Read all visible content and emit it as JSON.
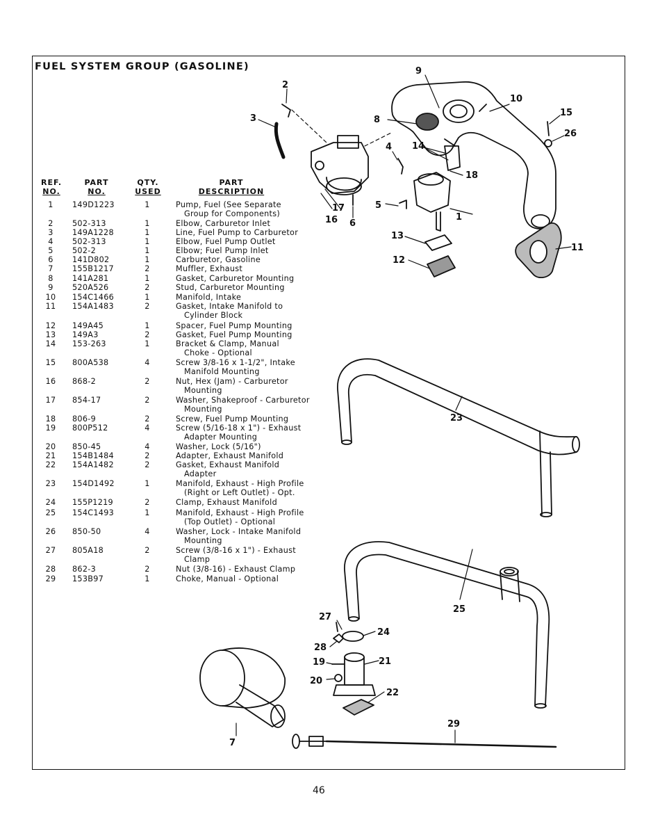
{
  "title": "FUEL SYSTEM GROUP (GASOLINE)",
  "headers": {
    "ref_line1": "REF.",
    "ref_line2": "NO.",
    "part_line1": "PART",
    "part_line2": "NO.",
    "qty_line1": "QTY.",
    "qty_line2": "USED",
    "desc_line1": "PART",
    "desc_line2": "DESCRIPTION"
  },
  "parts": [
    {
      "ref": "1",
      "part": "149D1223",
      "qty": "1",
      "desc": "Pump, Fuel (See Separate",
      "desc2": "Group for Components)"
    },
    {
      "ref": "2",
      "part": "502-313",
      "qty": "1",
      "desc": "Elbow, Carburetor Inlet",
      "desc2": ""
    },
    {
      "ref": "3",
      "part": "149A1228",
      "qty": "1",
      "desc": "Line, Fuel Pump to Carburetor",
      "desc2": ""
    },
    {
      "ref": "4",
      "part": "502-313",
      "qty": "1",
      "desc": "Elbow, Fuel Pump Outlet",
      "desc2": ""
    },
    {
      "ref": "5",
      "part": "502-2",
      "qty": "1",
      "desc": "Elbow; Fuel Pump Inlet",
      "desc2": ""
    },
    {
      "ref": "6",
      "part": "141D802",
      "qty": "1",
      "desc": "Carburetor, Gasoline",
      "desc2": ""
    },
    {
      "ref": "7",
      "part": "155B1217",
      "qty": "2",
      "desc": "Muffler, Exhaust",
      "desc2": ""
    },
    {
      "ref": "8",
      "part": "141A281",
      "qty": "1",
      "desc": "Gasket, Carburetor Mounting",
      "desc2": ""
    },
    {
      "ref": "9",
      "part": "520A526",
      "qty": "2",
      "desc": "Stud, Carburetor Mounting",
      "desc2": ""
    },
    {
      "ref": "10",
      "part": "154C1466",
      "qty": "1",
      "desc": "Manifold, Intake",
      "desc2": ""
    },
    {
      "ref": "11",
      "part": "154A1483",
      "qty": "2",
      "desc": "Gasket, Intake Manifold to",
      "desc2": "Cylinder Block"
    },
    {
      "ref": "12",
      "part": "149A45",
      "qty": "1",
      "desc": "Spacer, Fuel Pump Mounting",
      "desc2": ""
    },
    {
      "ref": "13",
      "part": "149A3",
      "qty": "2",
      "desc": "Gasket, Fuel Pump Mounting",
      "desc2": ""
    },
    {
      "ref": "14",
      "part": "153-263",
      "qty": "1",
      "desc": "Bracket & Clamp, Manual",
      "desc2": "Choke - Optional"
    },
    {
      "ref": "15",
      "part": "800A538",
      "qty": "4",
      "desc": "Screw 3/8-16 x 1-1/2\", Intake",
      "desc2": "Manifold Mounting"
    },
    {
      "ref": "16",
      "part": "868-2",
      "qty": "2",
      "desc": "Nut, Hex (Jam) - Carburetor",
      "desc2": "Mounting"
    },
    {
      "ref": "17",
      "part": "854-17",
      "qty": "2",
      "desc": "Washer, Shakeproof - Carburetor",
      "desc2": "Mounting"
    },
    {
      "ref": "18",
      "part": "806-9",
      "qty": "2",
      "desc": "Screw, Fuel Pump Mounting",
      "desc2": ""
    },
    {
      "ref": "19",
      "part": "800P512",
      "qty": "4",
      "desc": "Screw (5/16-18 x 1\") - Exhaust",
      "desc2": "Adapter Mounting"
    },
    {
      "ref": "20",
      "part": "850-45",
      "qty": "4",
      "desc": "Washer, Lock (5/16\")",
      "desc2": ""
    },
    {
      "ref": "21",
      "part": "154B1484",
      "qty": "2",
      "desc": "Adapter, Exhaust Manifold",
      "desc2": ""
    },
    {
      "ref": "22",
      "part": "154A1482",
      "qty": "2",
      "desc": "Gasket, Exhaust Manifold",
      "desc2": "Adapter"
    },
    {
      "ref": "23",
      "part": "154D1492",
      "qty": "1",
      "desc": "Manifold, Exhaust - High Profile",
      "desc2": "(Right or Left Outlet) - Opt."
    },
    {
      "ref": "24",
      "part": "155P1219",
      "qty": "2",
      "desc": "Clamp, Exhaust Manifold",
      "desc2": ""
    },
    {
      "ref": "25",
      "part": "154C1493",
      "qty": "1",
      "desc": "Manifold, Exhaust - High Profile",
      "desc2": "(Top Outlet) - Optional"
    },
    {
      "ref": "26",
      "part": "850-50",
      "qty": "4",
      "desc": "Washer, Lock - Intake Manifold",
      "desc2": "Mounting"
    },
    {
      "ref": "27",
      "part": "805A18",
      "qty": "2",
      "desc": "Screw (3/8-16 x 1\") - Exhaust",
      "desc2": "Clamp"
    },
    {
      "ref": "28",
      "part": "862-3",
      "qty": "2",
      "desc": "Nut (3/8-16) - Exhaust Clamp",
      "desc2": ""
    },
    {
      "ref": "29",
      "part": "153B97",
      "qty": "1",
      "desc": "Choke, Manual - Optional",
      "desc2": ""
    }
  ],
  "callouts": [
    "1",
    "2",
    "3",
    "4",
    "5",
    "6",
    "7",
    "8",
    "9",
    "10",
    "11",
    "12",
    "13",
    "14",
    "15",
    "16",
    "17",
    "18",
    "19",
    "20",
    "21",
    "22",
    "23",
    "24",
    "25",
    "26",
    "27",
    "28",
    "29"
  ],
  "page_number": "46"
}
